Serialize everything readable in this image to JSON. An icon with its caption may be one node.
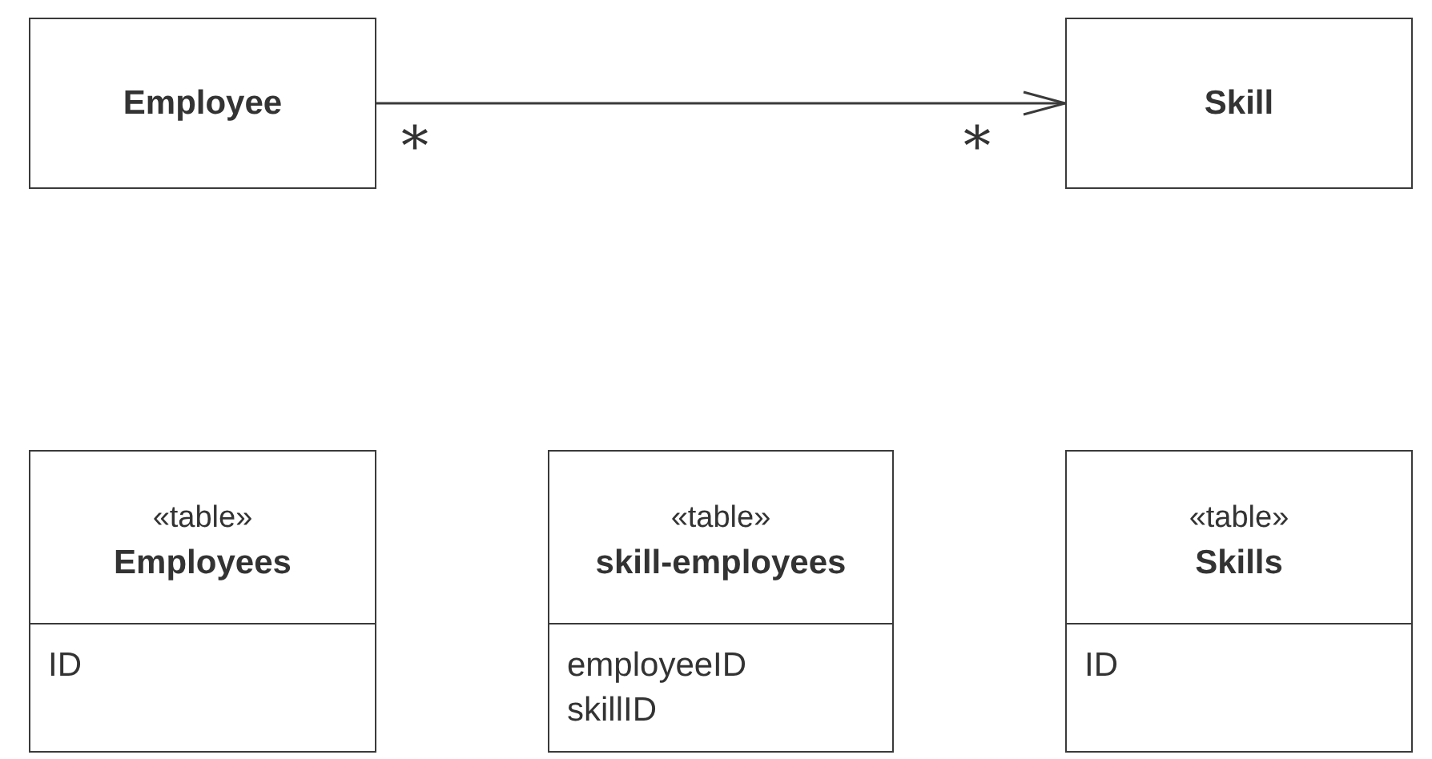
{
  "diagram": {
    "nodes": [
      {
        "text": [
          "Employee"
        ]
      },
      {
        "text": [
          "Skill"
        ]
      },
      {
        "text": [
          "«table»",
          "Employees",
          "ID"
        ]
      },
      {
        "text": [
          "«table»",
          "skill-employees",
          "employeeID",
          "skillID"
        ]
      },
      {
        "text": [
          "«table»",
          "Skills",
          "ID"
        ]
      }
    ],
    "edges": [
      {
        "from": 0,
        "to": 1,
        "arrow": "to"
      }
    ],
    "labels": [
      "*",
      "*"
    ]
  }
}
